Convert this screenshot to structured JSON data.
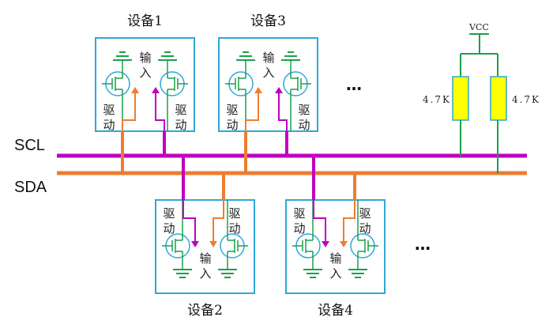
{
  "diagram": {
    "title": "I2C bus topology",
    "buses": {
      "scl": {
        "label": "SCL",
        "color": "#c000c0"
      },
      "sda": {
        "label": "SDA",
        "color": "#ed7d31"
      }
    },
    "colors": {
      "device_border": "#2ea8d8",
      "transistor_circle": "#2ea8d8",
      "transistor_body": "#1aa04a",
      "resistor_fill": "#ffff00",
      "resistor_border": "#2ea8c8",
      "wire_green": "#1aa04a"
    },
    "devices": [
      {
        "id": "device-1",
        "title": "设备1",
        "position": "top",
        "drive_label": "驱动",
        "input_label": "输入"
      },
      {
        "id": "device-3",
        "title": "设备3",
        "position": "top",
        "drive_label": "驱动",
        "input_label": "输入"
      },
      {
        "id": "device-2",
        "title": "设备2",
        "position": "bottom",
        "drive_label": "驱动",
        "input_label": "输入"
      },
      {
        "id": "device-4",
        "title": "设备4",
        "position": "bottom",
        "drive_label": "驱动",
        "input_label": "输入"
      }
    ],
    "ellipsis_top": "…",
    "ellipsis_bottom": "…",
    "pullup": {
      "vcc_label": "VCC",
      "resistors": [
        {
          "label": "4.7K",
          "connects_to": "SCL"
        },
        {
          "label": "4.7K",
          "connects_to": "SDA"
        }
      ]
    }
  }
}
